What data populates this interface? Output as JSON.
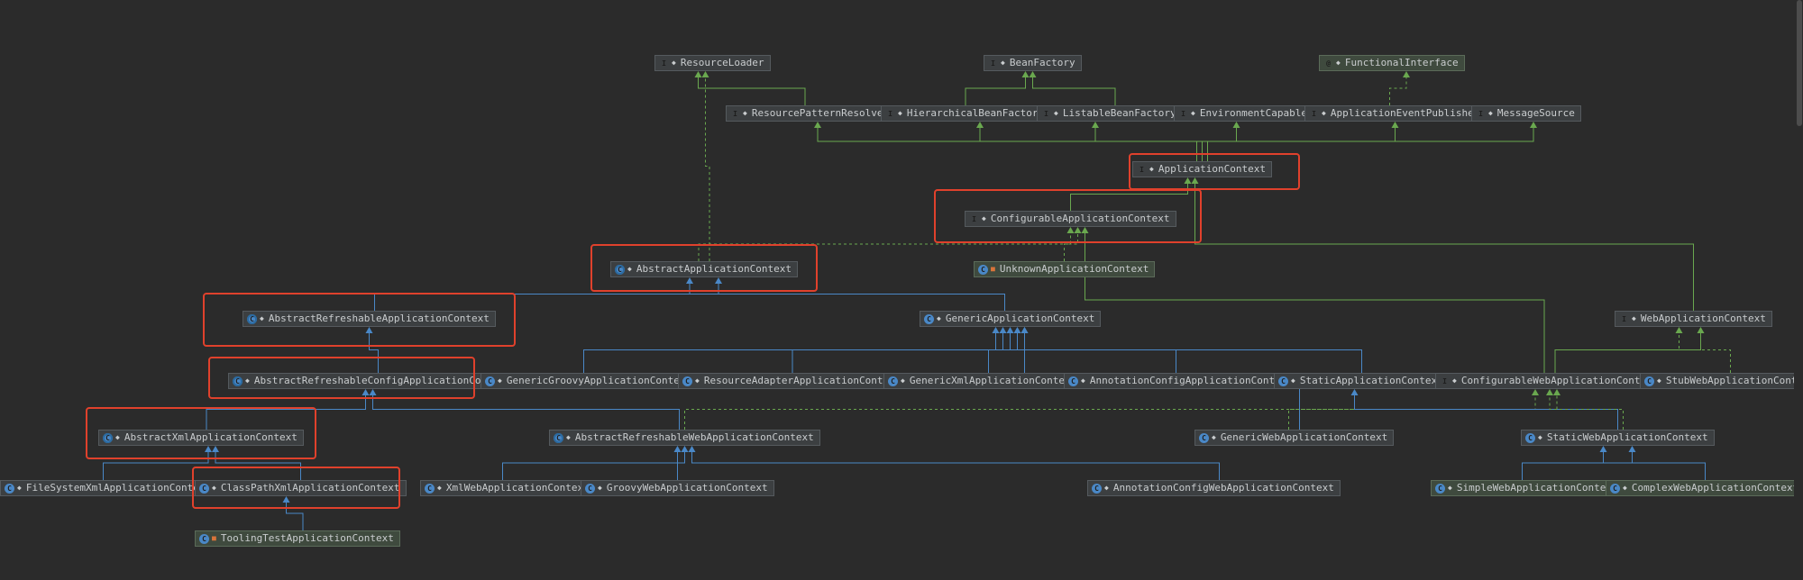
{
  "nodes": [
    {
      "id": "ResourceLoader",
      "label": "ResourceLoader",
      "kind": "interface",
      "vis": "public"
    },
    {
      "id": "BeanFactory",
      "label": "BeanFactory",
      "kind": "interface",
      "vis": "public"
    },
    {
      "id": "FunctionalInterface",
      "label": "FunctionalInterface",
      "kind": "annotation",
      "vis": "public"
    },
    {
      "id": "ResourcePatternResolver",
      "label": "ResourcePatternResolver",
      "kind": "interface",
      "vis": "public"
    },
    {
      "id": "HierarchicalBeanFactory",
      "label": "HierarchicalBeanFactory",
      "kind": "interface",
      "vis": "public"
    },
    {
      "id": "ListableBeanFactory",
      "label": "ListableBeanFactory",
      "kind": "interface",
      "vis": "public"
    },
    {
      "id": "EnvironmentCapable",
      "label": "EnvironmentCapable",
      "kind": "interface",
      "vis": "public"
    },
    {
      "id": "ApplicationEventPublisher",
      "label": "ApplicationEventPublisher",
      "kind": "interface",
      "vis": "public"
    },
    {
      "id": "MessageSource",
      "label": "MessageSource",
      "kind": "interface",
      "vis": "public"
    },
    {
      "id": "ApplicationContext",
      "label": "ApplicationContext",
      "kind": "interface",
      "vis": "public"
    },
    {
      "id": "ConfigurableApplicationContext",
      "label": "ConfigurableApplicationContext",
      "kind": "interface",
      "vis": "public"
    },
    {
      "id": "AbstractApplicationContext",
      "label": "AbstractApplicationContext",
      "kind": "abstract",
      "vis": "public"
    },
    {
      "id": "UnknownApplicationContext",
      "label": "UnknownApplicationContext",
      "kind": "class",
      "vis": "private"
    },
    {
      "id": "AbstractRefreshableApplicationContext",
      "label": "AbstractRefreshableApplicationContext",
      "kind": "abstract",
      "vis": "public"
    },
    {
      "id": "GenericApplicationContext",
      "label": "GenericApplicationContext",
      "kind": "class",
      "vis": "public"
    },
    {
      "id": "WebApplicationContext",
      "label": "WebApplicationContext",
      "kind": "interface",
      "vis": "public"
    },
    {
      "id": "AbstractRefreshableConfigApplicationContext",
      "label": "AbstractRefreshableConfigApplicationContext",
      "kind": "abstract",
      "vis": "public"
    },
    {
      "id": "GenericGroovyApplicationContext",
      "label": "GenericGroovyApplicationContext",
      "kind": "class",
      "vis": "public"
    },
    {
      "id": "ResourceAdapterApplicationContext",
      "label": "ResourceAdapterApplicationContext",
      "kind": "class",
      "vis": "public"
    },
    {
      "id": "GenericXmlApplicationContext",
      "label": "GenericXmlApplicationContext",
      "kind": "class",
      "vis": "public"
    },
    {
      "id": "AnnotationConfigApplicationContext",
      "label": "AnnotationConfigApplicationContext",
      "kind": "class",
      "vis": "public"
    },
    {
      "id": "StaticApplicationContext",
      "label": "StaticApplicationContext",
      "kind": "class",
      "vis": "public"
    },
    {
      "id": "ConfigurableWebApplicationContext",
      "label": "ConfigurableWebApplicationContext",
      "kind": "interface",
      "vis": "public"
    },
    {
      "id": "StubWebApplicationContext",
      "label": "StubWebApplicationContext",
      "kind": "class",
      "vis": "public"
    },
    {
      "id": "AbstractXmlApplicationContext",
      "label": "AbstractXmlApplicationContext",
      "kind": "abstract",
      "vis": "public"
    },
    {
      "id": "AbstractRefreshableWebApplicationContext",
      "label": "AbstractRefreshableWebApplicationContext",
      "kind": "abstract",
      "vis": "public"
    },
    {
      "id": "GenericWebApplicationContext",
      "label": "GenericWebApplicationContext",
      "kind": "class",
      "vis": "public"
    },
    {
      "id": "StaticWebApplicationContext",
      "label": "StaticWebApplicationContext",
      "kind": "class",
      "vis": "public"
    },
    {
      "id": "FileSystemXmlApplicationContext",
      "label": "FileSystemXmlApplicationContext",
      "kind": "class",
      "vis": "public"
    },
    {
      "id": "ClassPathXmlApplicationContext",
      "label": "ClassPathXmlApplicationContext",
      "kind": "class",
      "vis": "public"
    },
    {
      "id": "XmlWebApplicationContext",
      "label": "XmlWebApplicationContext",
      "kind": "class",
      "vis": "public"
    },
    {
      "id": "GroovyWebApplicationContext",
      "label": "GroovyWebApplicationContext",
      "kind": "class",
      "vis": "public"
    },
    {
      "id": "AnnotationConfigWebApplicationContext",
      "label": "AnnotationConfigWebApplicationContext",
      "kind": "class",
      "vis": "public"
    },
    {
      "id": "SimpleWebApplicationContext",
      "label": "SimpleWebApplicationContext",
      "kind": "class",
      "vis": "public"
    },
    {
      "id": "ComplexWebApplicationContext",
      "label": "ComplexWebApplicationContext",
      "kind": "class",
      "vis": "public"
    },
    {
      "id": "ToolingTestApplicationContext",
      "label": "ToolingTestApplicationContext",
      "kind": "class",
      "vis": "private"
    }
  ],
  "highlighted": [
    "ApplicationContext",
    "ConfigurableApplicationContext",
    "AbstractApplicationContext",
    "AbstractRefreshableApplicationContext",
    "AbstractRefreshableConfigApplicationContext",
    "AbstractXmlApplicationContext",
    "ClassPathXmlApplicationContext"
  ],
  "edges": [
    {
      "from": "ResourcePatternResolver",
      "to": "ResourceLoader",
      "type": "extends-interface"
    },
    {
      "from": "HierarchicalBeanFactory",
      "to": "BeanFactory",
      "type": "extends-interface"
    },
    {
      "from": "ListableBeanFactory",
      "to": "BeanFactory",
      "type": "extends-interface"
    },
    {
      "from": "ApplicationContext",
      "to": "ResourcePatternResolver",
      "type": "extends-interface"
    },
    {
      "from": "ApplicationContext",
      "to": "HierarchicalBeanFactory",
      "type": "extends-interface"
    },
    {
      "from": "ApplicationContext",
      "to": "ListableBeanFactory",
      "type": "extends-interface"
    },
    {
      "from": "ApplicationContext",
      "to": "EnvironmentCapable",
      "type": "extends-interface"
    },
    {
      "from": "ApplicationContext",
      "to": "ApplicationEventPublisher",
      "type": "extends-interface"
    },
    {
      "from": "ApplicationContext",
      "to": "MessageSource",
      "type": "extends-interface"
    },
    {
      "from": "ApplicationEventPublisher",
      "to": "FunctionalInterface",
      "type": "annotated"
    },
    {
      "from": "ConfigurableApplicationContext",
      "to": "ApplicationContext",
      "type": "extends-interface"
    },
    {
      "from": "AbstractApplicationContext",
      "to": "ResourceLoader",
      "type": "implements"
    },
    {
      "from": "AbstractApplicationContext",
      "to": "ConfigurableApplicationContext",
      "type": "implements"
    },
    {
      "from": "UnknownApplicationContext",
      "to": "ConfigurableApplicationContext",
      "type": "implements"
    },
    {
      "from": "AbstractRefreshableApplicationContext",
      "to": "AbstractApplicationContext",
      "type": "extends"
    },
    {
      "from": "GenericApplicationContext",
      "to": "AbstractApplicationContext",
      "type": "extends"
    },
    {
      "from": "WebApplicationContext",
      "to": "ApplicationContext",
      "type": "extends-interface"
    },
    {
      "from": "AbstractRefreshableConfigApplicationContext",
      "to": "AbstractRefreshableApplicationContext",
      "type": "extends"
    },
    {
      "from": "GenericGroovyApplicationContext",
      "to": "GenericApplicationContext",
      "type": "extends"
    },
    {
      "from": "ResourceAdapterApplicationContext",
      "to": "GenericApplicationContext",
      "type": "extends"
    },
    {
      "from": "GenericXmlApplicationContext",
      "to": "GenericApplicationContext",
      "type": "extends"
    },
    {
      "from": "AnnotationConfigApplicationContext",
      "to": "GenericApplicationContext",
      "type": "extends"
    },
    {
      "from": "StaticApplicationContext",
      "to": "GenericApplicationContext",
      "type": "extends"
    },
    {
      "from": "ConfigurableWebApplicationContext",
      "to": "WebApplicationContext",
      "type": "extends-interface"
    },
    {
      "from": "ConfigurableWebApplicationContext",
      "to": "ConfigurableApplicationContext",
      "type": "extends-interface"
    },
    {
      "from": "StubWebApplicationContext",
      "to": "WebApplicationContext",
      "type": "implements"
    },
    {
      "from": "AbstractXmlApplicationContext",
      "to": "AbstractRefreshableConfigApplicationContext",
      "type": "extends"
    },
    {
      "from": "AbstractRefreshableWebApplicationContext",
      "to": "AbstractRefreshableConfigApplicationContext",
      "type": "extends"
    },
    {
      "from": "AbstractRefreshableWebApplicationContext",
      "to": "ConfigurableWebApplicationContext",
      "type": "implements"
    },
    {
      "from": "GenericWebApplicationContext",
      "to": "GenericApplicationContext",
      "type": "extends"
    },
    {
      "from": "GenericWebApplicationContext",
      "to": "ConfigurableWebApplicationContext",
      "type": "implements"
    },
    {
      "from": "StaticWebApplicationContext",
      "to": "StaticApplicationContext",
      "type": "extends"
    },
    {
      "from": "StaticWebApplicationContext",
      "to": "ConfigurableWebApplicationContext",
      "type": "implements"
    },
    {
      "from": "FileSystemXmlApplicationContext",
      "to": "AbstractXmlApplicationContext",
      "type": "extends"
    },
    {
      "from": "ClassPathXmlApplicationContext",
      "to": "AbstractXmlApplicationContext",
      "type": "extends"
    },
    {
      "from": "ToolingTestApplicationContext",
      "to": "ClassPathXmlApplicationContext",
      "type": "extends"
    },
    {
      "from": "XmlWebApplicationContext",
      "to": "AbstractRefreshableWebApplicationContext",
      "type": "extends"
    },
    {
      "from": "GroovyWebApplicationContext",
      "to": "AbstractRefreshableWebApplicationContext",
      "type": "extends"
    },
    {
      "from": "AnnotationConfigWebApplicationContext",
      "to": "AbstractRefreshableWebApplicationContext",
      "type": "extends"
    },
    {
      "from": "SimpleWebApplicationContext",
      "to": "StaticWebApplicationContext",
      "type": "extends"
    },
    {
      "from": "ComplexWebApplicationContext",
      "to": "StaticWebApplicationContext",
      "type": "extends"
    }
  ],
  "colors": {
    "background": "#2b2b2b",
    "extends": "#4a88c7",
    "extends_interface": "#6aa84f",
    "implements": "#6aa84f",
    "annotated": "#6aa84f",
    "highlight": "#e0412c"
  }
}
